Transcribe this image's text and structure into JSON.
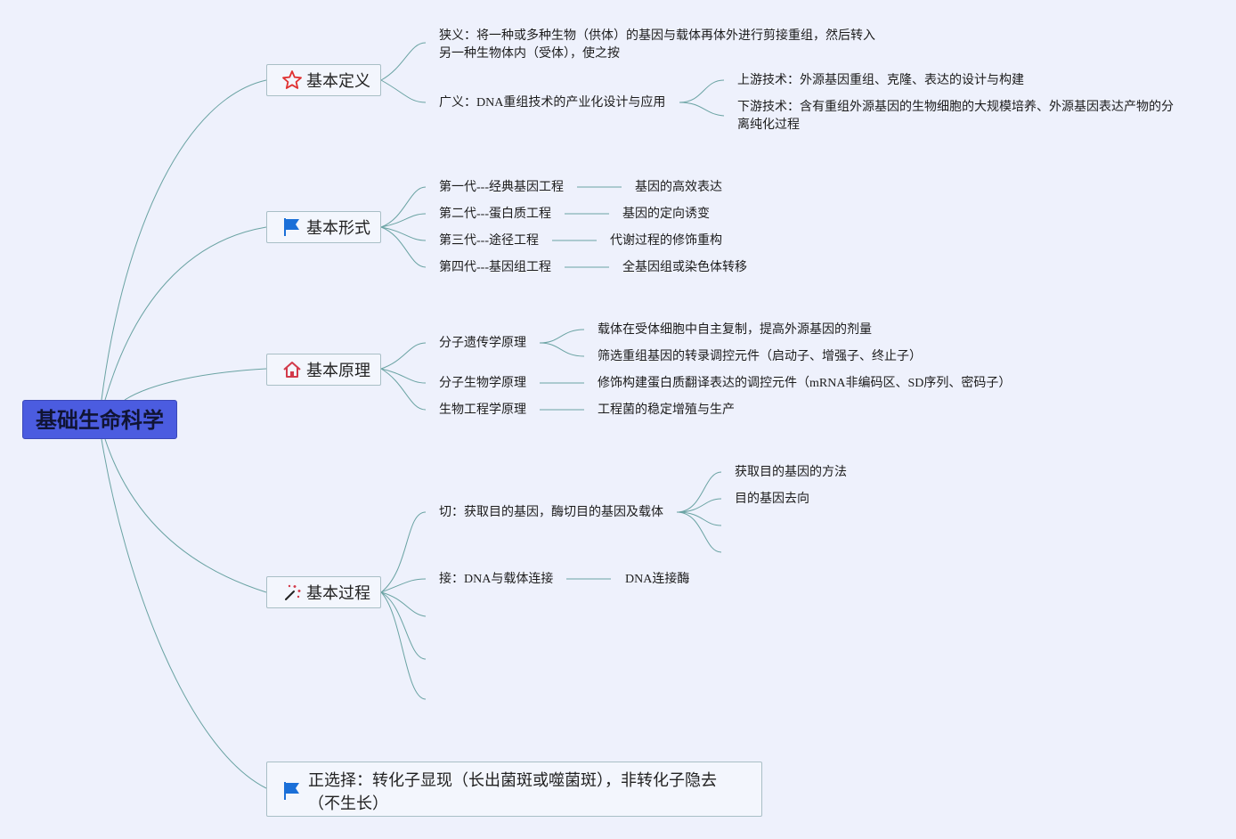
{
  "root": {
    "label": "基础生命科学"
  },
  "topics": {
    "definition": {
      "label": "基本定义",
      "icon": "star-icon",
      "narrow": "狭义：将一种或多种生物（供体）的基因与载体再体外进行剪接重组，然后转入另一种生物体内（受体），使之按",
      "broad": "广义：DNA重组技术的产业化设计与应用",
      "upstream": "上游技术：外源基因重组、克隆、表达的设计与构建",
      "downstream": "下游技术：含有重组外源基因的生物细胞的大规模培养、外源基因表达产物的分离纯化过程"
    },
    "form": {
      "label": "基本形式",
      "icon": "flag-icon",
      "items": [
        {
          "label": "第一代---经典基因工程",
          "detail": "基因的高效表达"
        },
        {
          "label": "第二代---蛋白质工程",
          "detail": "基因的定向诱变"
        },
        {
          "label": "第三代---途径工程",
          "detail": "代谢过程的修饰重构"
        },
        {
          "label": "第四代---基因组工程",
          "detail": "全基因组或染色体转移"
        }
      ]
    },
    "principle": {
      "label": "基本原理",
      "icon": "house-icon",
      "genetics": {
        "label": "分子遗传学原理",
        "details": [
          "载体在受体细胞中自主复制，提高外源基因的剂量",
          "筛选重组基因的转录调控元件（启动子、增强子、终止子）"
        ]
      },
      "molbio": {
        "label": "分子生物学原理",
        "detail": "修饰构建蛋白质翻译表达的调控元件（mRNA非编码区、SD序列、密码子）"
      },
      "bioeng": {
        "label": "生物工程学原理",
        "detail": "工程菌的稳定增殖与生产"
      }
    },
    "process": {
      "label": "基本过程",
      "icon": "magic-wand-icon",
      "cut": {
        "label": "切：获取目的基因，酶切目的基因及载体",
        "details": [
          "获取目的基因的方法",
          "目的基因去向"
        ]
      },
      "join": {
        "label": "接：DNA与载体连接",
        "detail": "DNA连接酶"
      }
    },
    "selection": {
      "label": "正选择：转化子显现（长出菌斑或噬菌斑），非转化子隐去（不生长）",
      "icon": "flag-icon"
    }
  },
  "colors": {
    "background": "#eef1fc",
    "root": "#4b5ce0",
    "line": "#5f9a9a",
    "star": "#e03030",
    "flag": "#1a6fd8",
    "house": "#d23a4a"
  }
}
